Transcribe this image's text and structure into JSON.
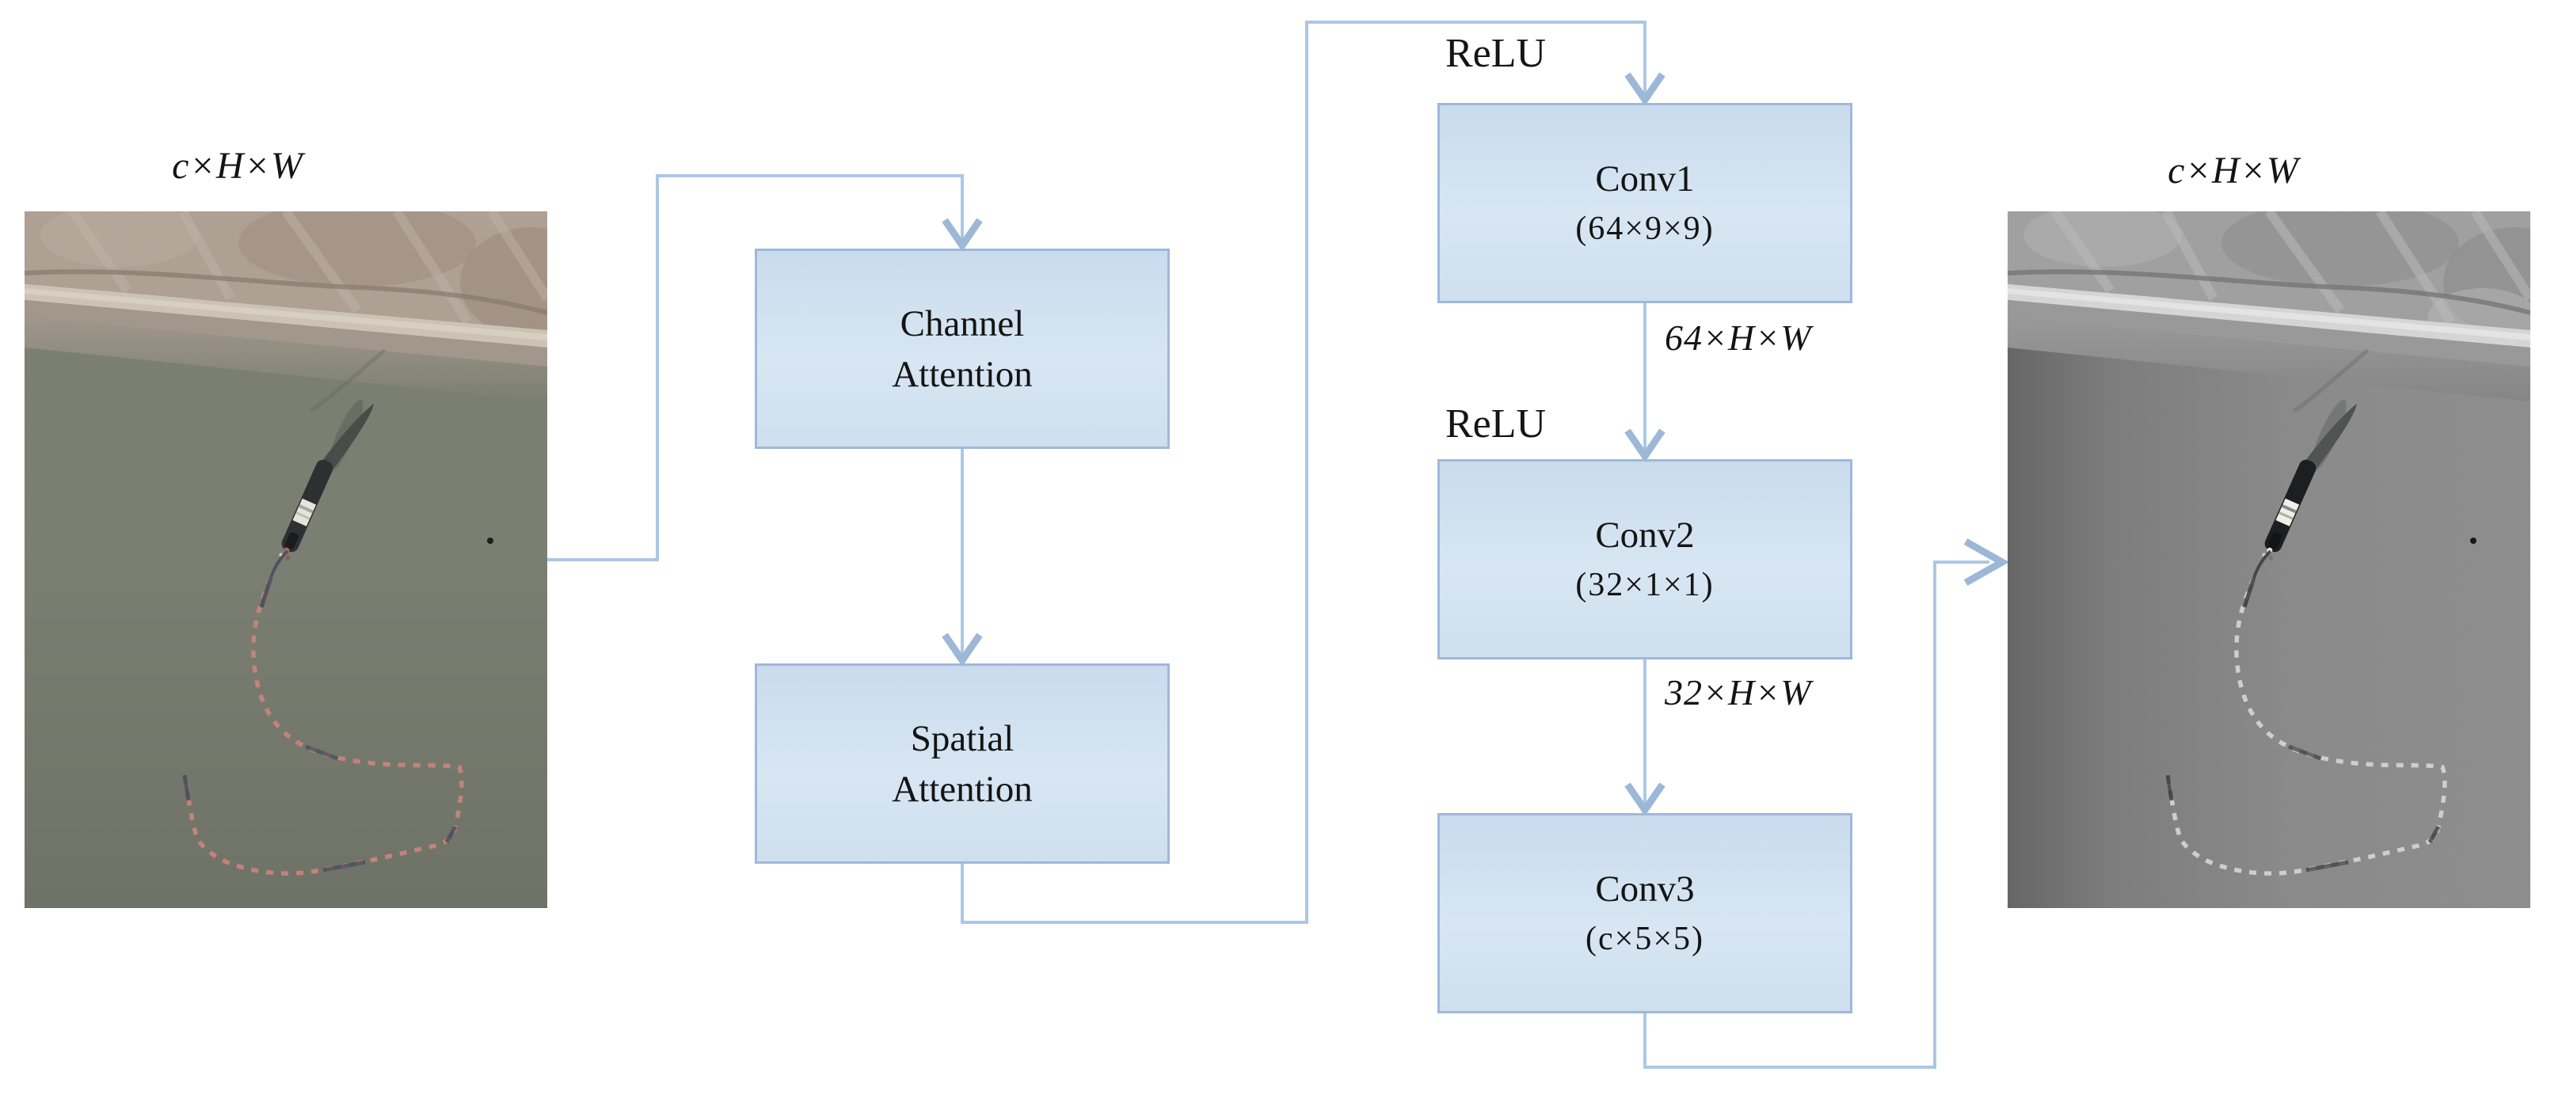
{
  "figure": {
    "input_label": "c×H×W",
    "output_label": "c×H×W"
  },
  "blocks": {
    "channel_attention": {
      "line1": "Channel",
      "line2": "Attention"
    },
    "spatial_attention": {
      "line1": "Spatial",
      "line2": "Attention"
    },
    "conv1": {
      "title": "Conv1",
      "kernel": "(64×9×9)"
    },
    "conv2": {
      "title": "Conv2",
      "kernel": "(32×1×1)"
    },
    "conv3": {
      "title": "Conv3",
      "kernel": "(c×5×5)"
    }
  },
  "edge_labels": {
    "relu_before_conv1": "ReLU",
    "relu_before_conv2": "ReLU",
    "conv1_output": "64×H×W",
    "conv2_output": "32×H×W"
  },
  "colors": {
    "block_fill_top": "#c9dbed",
    "block_fill_bottom": "#cfdfee",
    "block_border": "#9db9da",
    "connector": "#abc7e6",
    "label_text": "#141414",
    "input_photo_water": "#7b7f72",
    "input_photo_shore": "#b0a195",
    "input_photo_buoy_line": "#c9847b",
    "output_photo_water": "#8b8b8b",
    "output_photo_shore": "#a1a1a1"
  },
  "photos": {
    "input": {
      "kind": "aerial-photo-color-boat-and-buoy-line"
    },
    "output": {
      "kind": "aerial-photo-grayscale-boat-and-buoy-line"
    }
  }
}
